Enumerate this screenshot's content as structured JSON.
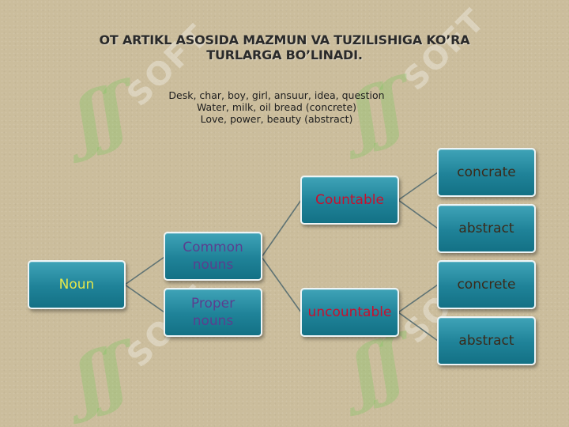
{
  "title_line1": "OT  ARTIKL ASOSIDA MAZMUN VA TUZILISHIGA KO’RA",
  "title_line2": "TURLARGA BO’LINADI.",
  "examples": {
    "line1": "Desk, char, boy, girl,  ansuur, idea,  question",
    "line2": "Water, milk, oil bread (concrete)",
    "line3": "Love, power, beauty (abstract)"
  },
  "watermark_text": "SOFT",
  "nodes": {
    "noun": "Noun",
    "common_line1": "Common",
    "common_line2": "nouns",
    "proper_line1": "Proper",
    "proper_line2": "nouns",
    "countable": "Countable",
    "uncountable": "uncountable",
    "concrate": "concrate",
    "abstract_1": "abstract",
    "concrete": "concrete",
    "abstract_2": "abstract"
  },
  "colors": {
    "noun_text": "#e6e84a",
    "common_text": "#5a3f8f",
    "proper_text": "#5a3f8f",
    "countable_text": "#c8102e",
    "uncountable_text": "#c8102e",
    "leaf_text": "#3a2a1a",
    "node_fill": "#1f8298",
    "connector": "#5f7374"
  }
}
